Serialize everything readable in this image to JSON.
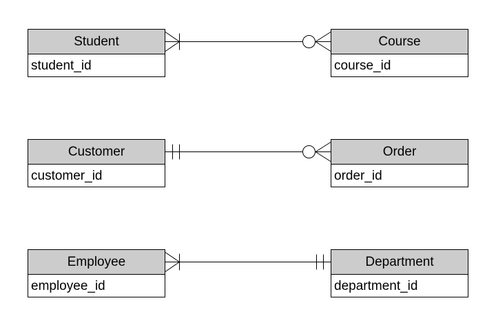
{
  "colors": {
    "header_fill": "#cccccc",
    "border": "#000000",
    "background": "#ffffff",
    "text": "#000000"
  },
  "entities": [
    {
      "title": "Student",
      "attributes": [
        "student_id"
      ]
    },
    {
      "title": "Course",
      "attributes": [
        "course_id"
      ]
    },
    {
      "title": "Customer",
      "attributes": [
        "customer_id"
      ]
    },
    {
      "title": "Order",
      "attributes": [
        "order_id"
      ]
    },
    {
      "title": "Employee",
      "attributes": [
        "employee_id"
      ]
    },
    {
      "title": "Department",
      "attributes": [
        "department_id"
      ]
    }
  ],
  "relationships": [
    {
      "from": "Student",
      "to": "Course",
      "from_cardinality": "one_or_many",
      "to_cardinality": "zero_or_many",
      "from_notation": "crows-foot with one bar",
      "to_notation": "circle with crows-foot"
    },
    {
      "from": "Customer",
      "to": "Order",
      "from_cardinality": "exactly_one",
      "to_cardinality": "zero_or_many",
      "from_notation": "double bar",
      "to_notation": "circle with crows-foot"
    },
    {
      "from": "Employee",
      "to": "Department",
      "from_cardinality": "one_or_many",
      "to_cardinality": "exactly_one",
      "from_notation": "crows-foot with one bar",
      "to_notation": "double bar"
    }
  ]
}
